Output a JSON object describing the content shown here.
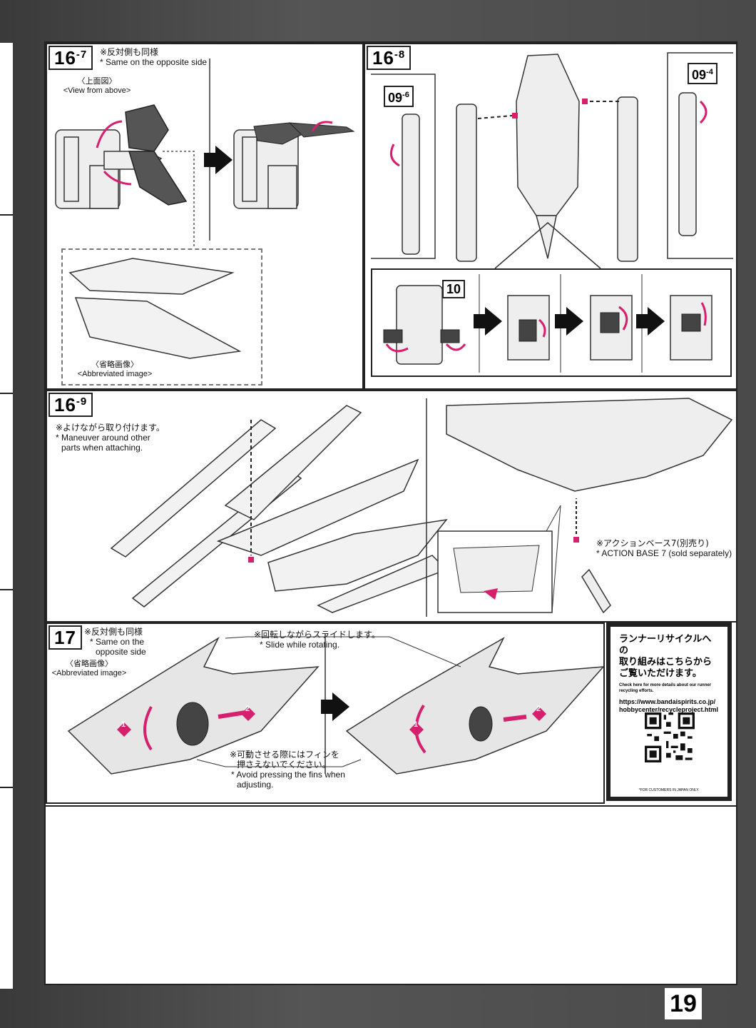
{
  "page_number": "19",
  "steps": {
    "s16_7": {
      "number": "16",
      "sub": "-7",
      "note_jp": "※反対側も同様",
      "note_en": "* Same on the opposite side",
      "view_jp": "〈上面図〉",
      "view_en": "<View from above>",
      "abbr_jp": "〈省略画像〉",
      "abbr_en": "<Abbreviated image>"
    },
    "s16_8": {
      "number": "16",
      "sub": "-8",
      "part_a": "09",
      "part_a_sub": "-6",
      "part_b": "09",
      "part_b_sub": "-4",
      "part_c": "10"
    },
    "s16_9": {
      "number": "16",
      "sub": "-9",
      "note_jp": "※よけながら取り付けます。",
      "note_en_1": "* Maneuver around other",
      "note_en_2": "parts when attaching.",
      "base_jp": "※アクションベース7(別売り)",
      "base_en": "* ACTION BASE 7 (sold separately)"
    },
    "s17": {
      "number": "17",
      "note_jp": "※反対側も同様",
      "note_en_1": "* Same on the",
      "note_en_2": "opposite side",
      "abbr_jp": "〈省略画像〉",
      "abbr_en": "<Abbreviated image>",
      "slide_jp": "※回転しながらスライドします。",
      "slide_en": "* Slide while rotating.",
      "fin_jp_1": "※可動させる際にはフィンを",
      "fin_jp_2": "押さえないでください。",
      "fin_en_1": "* Avoid pressing the fins when",
      "fin_en_2": "adjusting.",
      "marker_1": "1",
      "marker_2": "2"
    }
  },
  "recycle": {
    "title_1": "ランナーリサイクルへの",
    "title_2": "取り組みはこちらから",
    "title_3": "ご覧いただけます。",
    "small_1": "Check here for more details about our runner",
    "small_2": "recycling efforts.",
    "url_1": "https://www.bandaispirits.co.jp/",
    "url_2": "hobbycenter/recycleproject.html",
    "foot": "*FOR CUSTOMERS IN JAPAN ONLY."
  },
  "colors": {
    "accent": "#d6206e",
    "ink": "#222222",
    "background": "#4a4a4a"
  }
}
